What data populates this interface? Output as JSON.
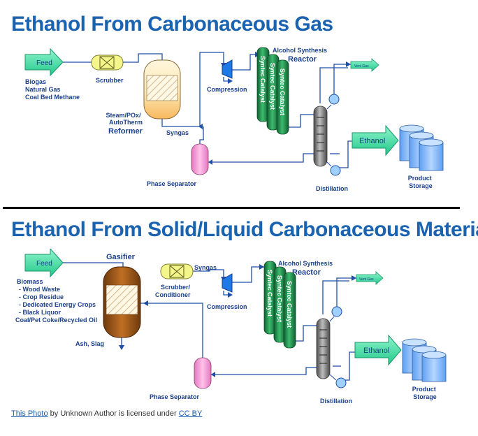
{
  "section1": {
    "title": "Ethanol From Carbonaceous Gas",
    "labels": {
      "feed": "Feed",
      "feed_sources": [
        "Biogas",
        "Natural Gas",
        "Coal Bed Methane"
      ],
      "scrubber": "Scrubber",
      "reformer_type": [
        "Steam/POx/",
        "AutoTherm"
      ],
      "reformer": "Reformer",
      "syngas": "Syngas",
      "compression": "Compression",
      "alcohol_synthesis": "Alcohol Synthesis",
      "reactor": "Reactor",
      "catalyst": "Syntec Catalyst",
      "vent_gas": "Vent Gas",
      "ethanol": "Ethanol",
      "distillation": "Distillation",
      "phase_separator": "Phase Separator",
      "product_storage": [
        "Product",
        "Storage"
      ]
    }
  },
  "section2": {
    "title": "Ethanol From Solid/Liquid Carbonaceous Material",
    "labels": {
      "feed": "Feed",
      "gasifier": "Gasifier",
      "feed_sources": [
        "Biomass",
        "- Wood Waste",
        "- Crop Residue",
        "- Dedicated Energy Crops",
        "- Black Liquor",
        "Coal/Pet Coke/Recycled Oil"
      ],
      "ash": "Ash, Slag",
      "scrubber": [
        "Scrubber/",
        "Conditioner"
      ],
      "syngas": "Syngas",
      "compression": "Compression",
      "alcohol_synthesis": "Alcohol Synthesis",
      "reactor": "Reactor",
      "catalyst": "Syntec Catalyst",
      "vent_gas": "Vent Gas",
      "ethanol": "Ethanol",
      "distillation": "Distillation",
      "phase_separator": "Phase Separator",
      "product_storage": [
        "Product",
        "Storage"
      ]
    }
  },
  "credit": {
    "photo_link": "This Photo",
    "middle": " by Unknown Author is licensed under ",
    "license_link": "CC BY"
  },
  "colors": {
    "title": "#1a63b0",
    "label": "#1a3f8c",
    "feed_arrow": "#3fe2a6",
    "catalyst": "#1e8a4a",
    "phase_separator": "#f49bd6",
    "reformer_top": "#fdf3d0",
    "reformer_bottom": "#f9c171",
    "gasifier": "#a65b16",
    "storage": "#7db7ff",
    "line": "#1f4fa8"
  }
}
